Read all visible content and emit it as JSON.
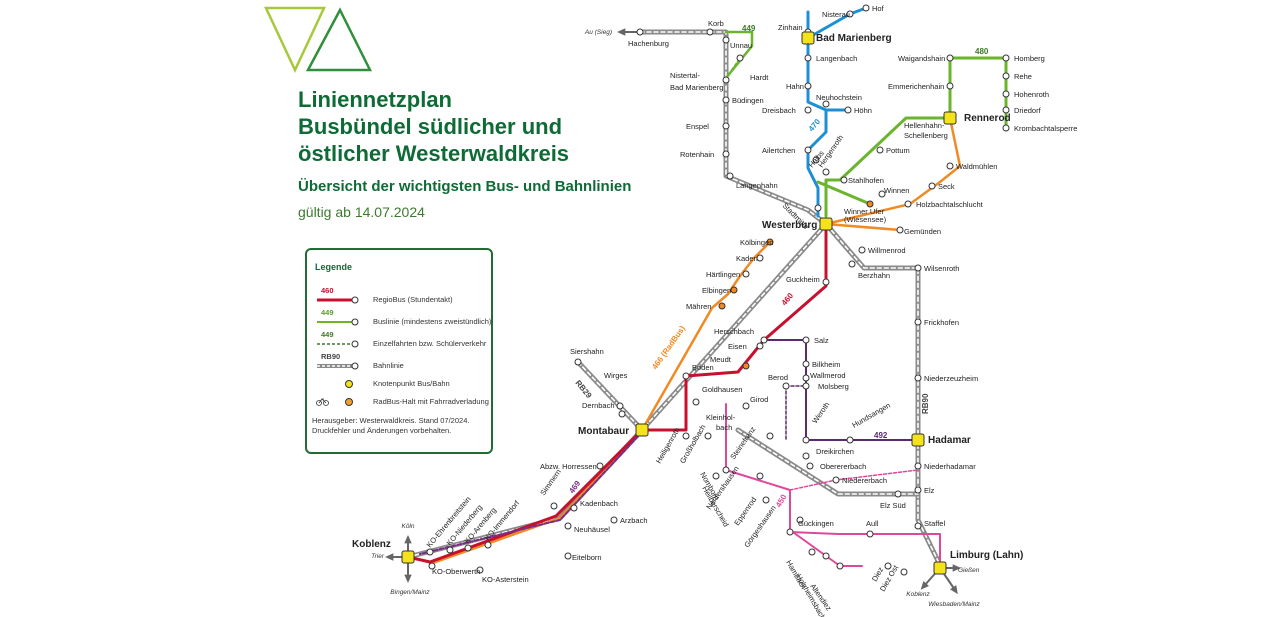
{
  "header": {
    "title_line1": "Liniennetzplan",
    "title_line2": "Busbündel südlicher und",
    "title_line3": "östlicher Westerwaldkreis",
    "subtitle": "Übersicht der wichtigsten Bus- und Bahnlinien",
    "valid_from": "gültig ab 14.07.2024"
  },
  "legend": {
    "title": "Legende",
    "items": [
      {
        "num": "460",
        "text": "RegioBus (Stundentakt)",
        "color": "#c8102e",
        "style": "regiobus"
      },
      {
        "num": "449",
        "text": "Buslinie (mindestens zweistündlich)",
        "color": "#5a9e2f",
        "style": "bus"
      },
      {
        "num": "449",
        "text": "Einzelfahrten bzw. Schülerverkehr",
        "color": "#3d7a2a",
        "style": "dashed"
      },
      {
        "num": "RB90",
        "text": "Bahnlinie",
        "color": "#555555",
        "style": "rail"
      },
      {
        "num": "",
        "text": "Knotenpunkt Bus/Bahn",
        "color": "#f2df1c",
        "style": "hub"
      },
      {
        "num": "",
        "text": "RadBus-Halt mit Fahrradverladung",
        "color": "#f0a030",
        "style": "bike"
      }
    ],
    "publisher_line1": "Herausgeber: Westerwaldkreis. Stand 07/2024.",
    "publisher_line2": "Druckfehler und Änderungen vorbehalten."
  },
  "colors": {
    "regiobus": "#c8102e",
    "green": "#6ab42e",
    "blue": "#1c8fd6",
    "orange": "#f08a24",
    "pink": "#e0479a",
    "purple": "#5b2a6e",
    "rail": "#8a8a8a",
    "hub": "#f4e21a",
    "title_green": "#0e6b36"
  },
  "line_numbers": {
    "l449": "449",
    "l470": "470",
    "l480": "480",
    "l460": "460",
    "l466": "466 (RadBus)",
    "l469": "469",
    "l492": "492",
    "l450": "450",
    "rb29": "RB29",
    "rb90": "RB90"
  },
  "directions": {
    "au_sieg": "Au (Sieg)",
    "koeln": "Köln",
    "trier": "Trier",
    "bingen_mainz": "Bingen/Mainz",
    "giessen": "Gießen",
    "koblenz": "Koblenz",
    "wiesbaden_mainz": "Wiesbaden/Mainz"
  },
  "stops": {
    "hof": "Hof",
    "nisterau": "Nisterau",
    "zinhain": "Zinhain",
    "bad_marienberg": "Bad Marienberg",
    "langenbach": "Langenbach",
    "hahn": "Hahn",
    "neuhochstein": "Neuhochstein",
    "dreisbach": "Dreisbach",
    "hoehn": "Höhn",
    "hachenburg": "Hachenburg",
    "korb": "Korb",
    "unnau": "Unnau",
    "hardt": "Hardt",
    "nistertal": "Nistertal-",
    "nistertal2": "Bad Marienberg",
    "buedingen": "Büdingen",
    "enspel": "Enspel",
    "rotenhain": "Rotenhain",
    "langenhahn": "Langenhahn",
    "ailertchen": "Ailertchen",
    "halbs": "Halbs",
    "hergenroth": "Hergenroth",
    "stadtmitte": "Stadtmitte",
    "stahlhofen": "Stahlhofen",
    "pottum": "Pottum",
    "hellenhahn": "Hellenhahn-",
    "hellenhahn2": "Schellenberg",
    "rennerod": "Rennerod",
    "emmerichenhain": "Emmerichenhain",
    "waigandshain": "Waigandshain",
    "homberg": "Homberg",
    "rehe": "Rehe",
    "hohenroth": "Hohenroth",
    "driedorf": "Driedorf",
    "krombachtalsperre": "Krombachtalsperre",
    "waldmuehlen": "Waldmühlen",
    "seck": "Seck",
    "winnen": "Winnen",
    "holzbachtalschlucht": "Holzbachtalschlucht",
    "winner_ufer": "Winner Ufer",
    "winner_ufer2": "(Wiesensee)",
    "gemuenden": "Gemünden",
    "westerburg": "Westerburg",
    "willmenrod": "Willmenrod",
    "berzhahn": "Berzhahn",
    "wilsenroth": "Wilsenroth",
    "koelbingen": "Kölbingen",
    "kaden": "Kaden",
    "haertlingen": "Härtlingen",
    "elbingen": "Elbingen",
    "maehren": "Mähren",
    "guckheim": "Guckheim",
    "herschbach": "Herschbach",
    "salz": "Salz",
    "eisen": "Eisen",
    "meudt": "Meudt",
    "bilkheim": "Bilkheim",
    "wallmerod": "Wallmerod",
    "berod": "Berod",
    "molsberg": "Molsberg",
    "frickhofen": "Frickhofen",
    "niederzeuzheim": "Niederzeuzheim",
    "siershahn": "Siershahn",
    "wirges": "Wirges",
    "dernbach": "Dernbach",
    "boden": "Boden",
    "goldhausen": "Goldhausen",
    "girod": "Girod",
    "kleinholbach": "Kleinhol-",
    "kleinholbach2": "bach",
    "montabaur": "Montabaur",
    "heiligenroth": "Heiligenroth",
    "grossholbach": "Großholbach",
    "nomborn": "Nomborn",
    "steinefrenz": "Steinefrenz",
    "weroth": "Weroth",
    "hundsangen": "Hundsangen",
    "hadamar": "Hadamar",
    "dreikirchen": "Dreikirchen",
    "oberererbach": "Oberererbach",
    "niedererbach": "Niedererbach",
    "niederhadamar": "Niederhadamar",
    "elz": "Elz",
    "elz_sued": "Elz Süd",
    "staffel": "Staffel",
    "abzw_horressen": "Abzw. Horressen",
    "heilberscheid": "Heilberscheid",
    "nentershausen": "Nentershausen",
    "eppenrod": "Eppenrod",
    "guckingen": "Gückingen",
    "aull": "Aull",
    "limburg": "Limburg (Lahn)",
    "goergeshausen": "Görgeshausen",
    "hambach": "Hambach",
    "holzheimsbach": "Holzheimsbach",
    "altendiez": "Altendiez",
    "diez": "Diez",
    "diez_ost": "Diez Ost",
    "kadenbach": "Kadenbach",
    "arzbach": "Arzbach",
    "neuhaeusel": "Neuhäusel",
    "simmern": "Simmern",
    "eitelborn": "Eitelborn",
    "koblenz": "Koblenz",
    "ko_ehrenbreitstein": "KO-Ehrenbreitstein",
    "ko_niederberg": "KO-Niederberg",
    "ko_arenberg": "KO-Arenberg",
    "ko_immendorf": "KO-Immendorf",
    "ko_oberwerth": "KO-Oberwerth",
    "ko_asterstein": "KO-Asterstein"
  }
}
